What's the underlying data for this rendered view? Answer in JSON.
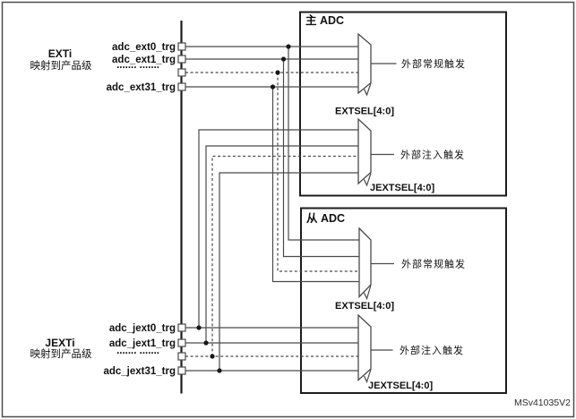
{
  "page": {
    "watermark": "MSv41035V2",
    "colors": {
      "background": "#ffffff",
      "line": "#4a4a4a",
      "strong_line": "#1d1d1d",
      "text": "#111111"
    },
    "ext": {
      "name": "EXTi",
      "desc": "映射到产品级",
      "signals": [
        "adc_ext0_trg",
        "adc_ext1_trg",
        "....... .......",
        "adc_ext31_trg"
      ]
    },
    "jext": {
      "name": "JEXTi",
      "desc": "映射到产品级",
      "signals": [
        "adc_jext0_trg",
        "adc_jext1_trg",
        "....... .......",
        "adc_jext31_trg"
      ]
    },
    "master_adc": {
      "title": "主 ADC",
      "regular": {
        "trigger_label": "外部常规触发",
        "select_label": "EXTSEL[4:0]"
      },
      "injected": {
        "trigger_label": "外部注入触发",
        "select_label": "JEXTSEL[4:0]"
      }
    },
    "slave_adc": {
      "title": "从 ADC",
      "regular": {
        "trigger_label": "外部常规触发",
        "select_label": "EXTSEL[4:0]"
      },
      "injected": {
        "trigger_label": "外部注入触发",
        "select_label": "JEXTSEL[4:0]"
      }
    }
  }
}
